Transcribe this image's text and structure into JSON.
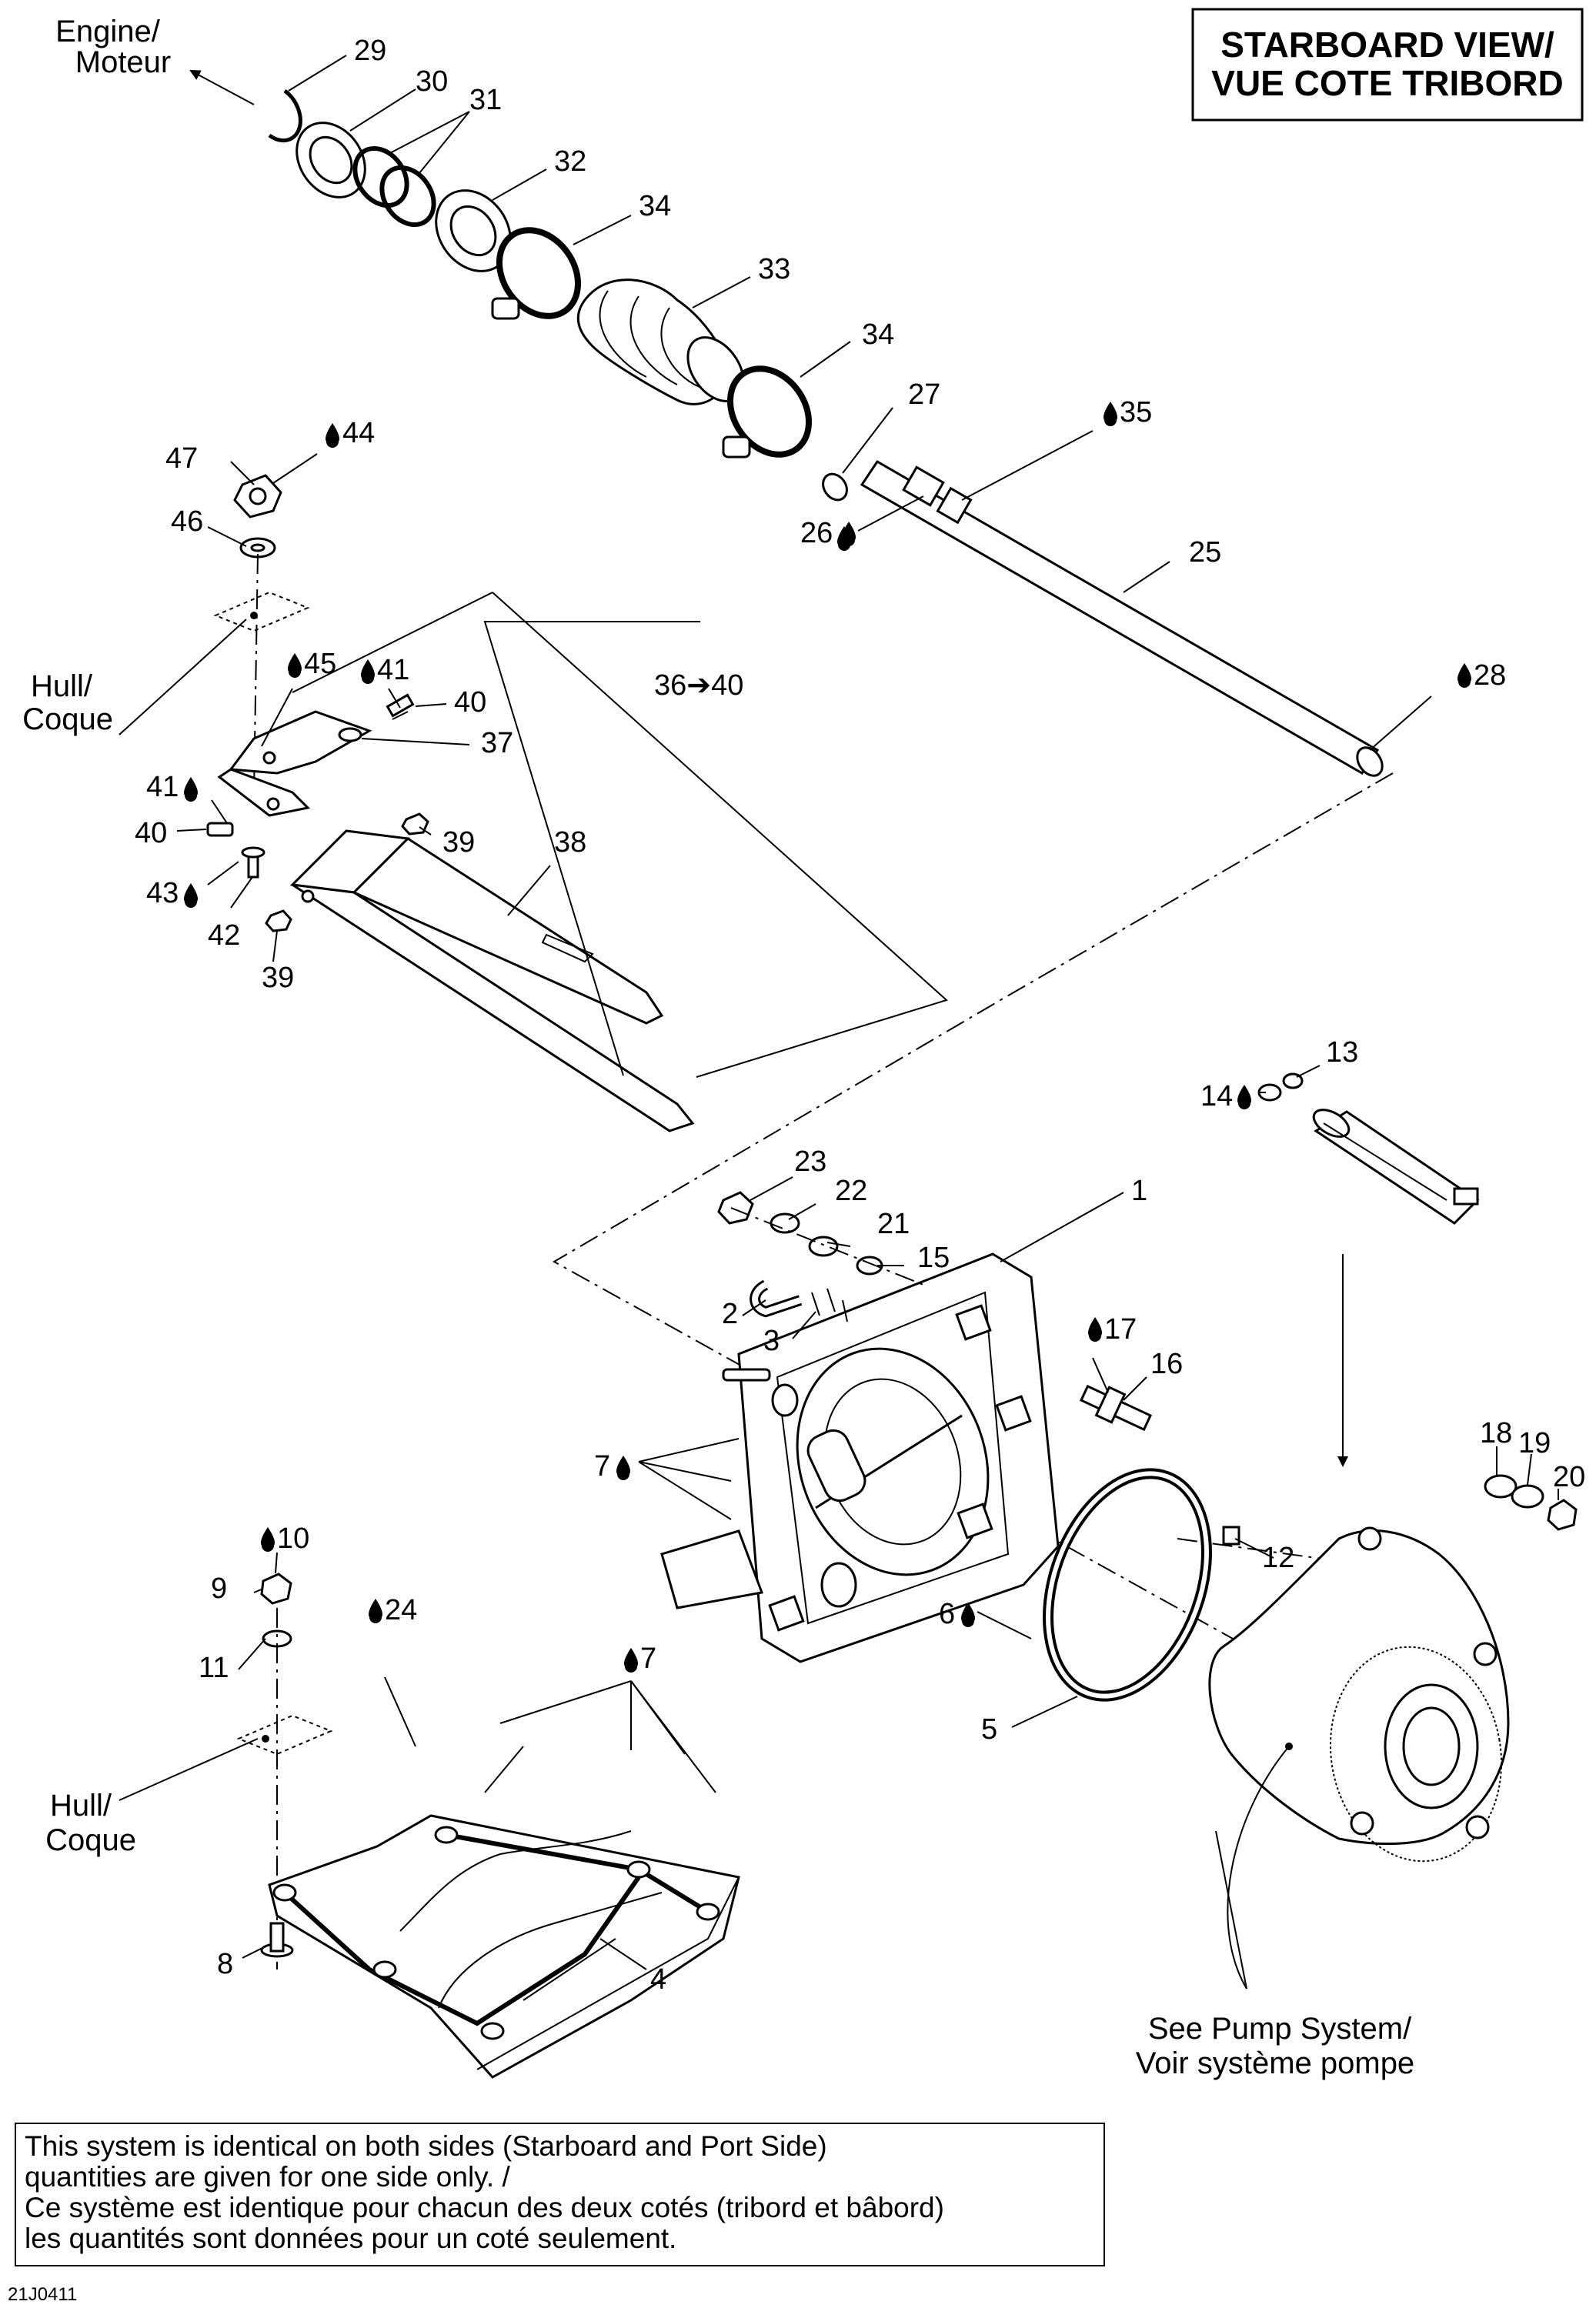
{
  "header_box": {
    "line1": "STARBOARD VIEW/",
    "line2": "VUE COTE TRIBORD"
  },
  "captions": {
    "engine_line1": "Engine/",
    "engine_line2": "Moteur",
    "hull_top_line1": "Hull/",
    "hull_top_line2": "Coque",
    "hull_bottom_line1": "Hull/",
    "hull_bottom_line2": "Coque",
    "pump_line1": "See Pump System/",
    "pump_line2": "Voir système pompe"
  },
  "note": {
    "line1": "This system is identical on both sides (Starboard and Port Side)",
    "line2": "quantities are given for one side only. /",
    "line3": "Ce système est identique pour chacun des deux cotés (tribord et bâbord)",
    "line4": "les quantités sont données pour un coté seulement."
  },
  "figure_ref": "21J0411",
  "part_labels": [
    {
      "id": "29",
      "text": "29"
    },
    {
      "id": "30",
      "text": "30"
    },
    {
      "id": "31",
      "text": "31"
    },
    {
      "id": "32",
      "text": "32"
    },
    {
      "id": "34a",
      "text": "34"
    },
    {
      "id": "33",
      "text": "33"
    },
    {
      "id": "34b",
      "text": "34"
    },
    {
      "id": "27",
      "text": "27"
    },
    {
      "id": "35",
      "text": "35"
    },
    {
      "id": "26",
      "text": "26"
    },
    {
      "id": "25",
      "text": "25"
    },
    {
      "id": "28",
      "text": "28"
    },
    {
      "id": "47",
      "text": "47"
    },
    {
      "id": "44",
      "text": "44"
    },
    {
      "id": "46",
      "text": "46"
    },
    {
      "id": "45",
      "text": "45"
    },
    {
      "id": "41a",
      "text": "41"
    },
    {
      "id": "40a",
      "text": "40"
    },
    {
      "id": "36-40",
      "text": "36➔40"
    },
    {
      "id": "37",
      "text": "37"
    },
    {
      "id": "41b",
      "text": "41"
    },
    {
      "id": "40b",
      "text": "40"
    },
    {
      "id": "39a",
      "text": "39"
    },
    {
      "id": "38",
      "text": "38"
    },
    {
      "id": "43",
      "text": "43"
    },
    {
      "id": "42",
      "text": "42"
    },
    {
      "id": "39b",
      "text": "39"
    },
    {
      "id": "13",
      "text": "13"
    },
    {
      "id": "14",
      "text": "14"
    },
    {
      "id": "23",
      "text": "23"
    },
    {
      "id": "22",
      "text": "22"
    },
    {
      "id": "21",
      "text": "21"
    },
    {
      "id": "15",
      "text": "15"
    },
    {
      "id": "1",
      "text": "1"
    },
    {
      "id": "2",
      "text": "2"
    },
    {
      "id": "3",
      "text": "3"
    },
    {
      "id": "17",
      "text": "17"
    },
    {
      "id": "16",
      "text": "16"
    },
    {
      "id": "7a",
      "text": "7"
    },
    {
      "id": "18",
      "text": "18"
    },
    {
      "id": "19",
      "text": "19"
    },
    {
      "id": "20",
      "text": "20"
    },
    {
      "id": "10",
      "text": "10"
    },
    {
      "id": "9",
      "text": "9"
    },
    {
      "id": "24",
      "text": "24"
    },
    {
      "id": "7b",
      "text": "7"
    },
    {
      "id": "12",
      "text": "12"
    },
    {
      "id": "11",
      "text": "11"
    },
    {
      "id": "6",
      "text": "6"
    },
    {
      "id": "5",
      "text": "5"
    },
    {
      "id": "4",
      "text": "4"
    },
    {
      "id": "8",
      "text": "8"
    }
  ],
  "icons": {
    "drop": "lubricant-drop-icon"
  },
  "colors": {
    "ink": "#000000",
    "paper": "#ffffff"
  }
}
